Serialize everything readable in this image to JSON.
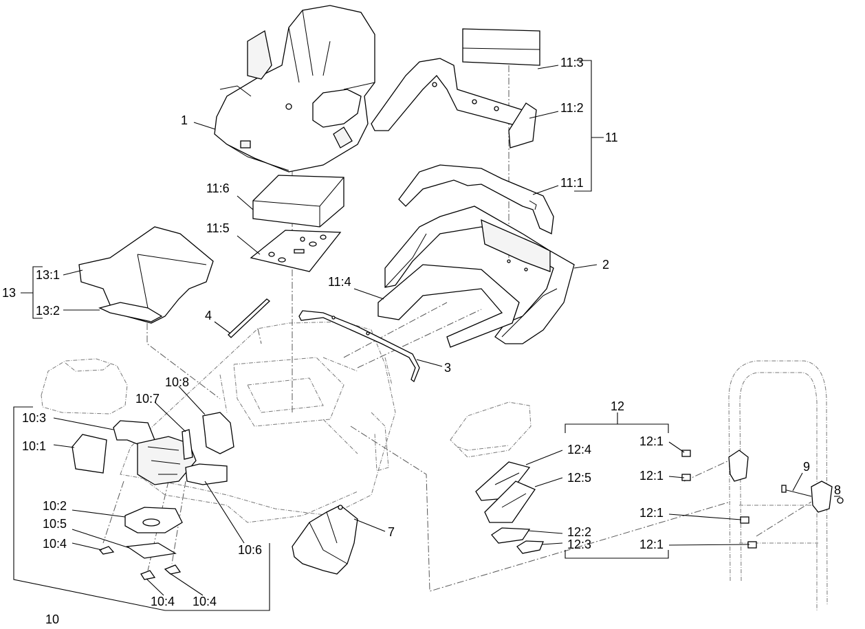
{
  "diagram": {
    "callouts": {
      "c1": "1",
      "c2": "2",
      "c3": "3",
      "c4": "4",
      "c7": "7",
      "c8": "8",
      "c9": "9",
      "c10": "10",
      "c10_1": "10:1",
      "c10_2": "10:2",
      "c10_3": "10:3",
      "c10_4a": "10:4",
      "c10_4b": "10:4",
      "c10_4c": "10:4",
      "c10_5": "10:5",
      "c10_6": "10:6",
      "c10_7": "10:7",
      "c10_8": "10:8",
      "c11": "11",
      "c11_1": "11:1",
      "c11_2": "11:2",
      "c11_3": "11:3",
      "c11_4": "11:4",
      "c11_5": "11:5",
      "c11_6": "11:6",
      "c12": "12",
      "c12_1a": "12:1",
      "c12_1b": "12:1",
      "c12_1c": "12:1",
      "c12_1d": "12:1",
      "c12_2": "12:2",
      "c12_3": "12:3",
      "c12_4": "12:4",
      "c12_5": "12:5",
      "c13": "13",
      "c13_1": "13:1",
      "c13_2": "13:2"
    }
  }
}
